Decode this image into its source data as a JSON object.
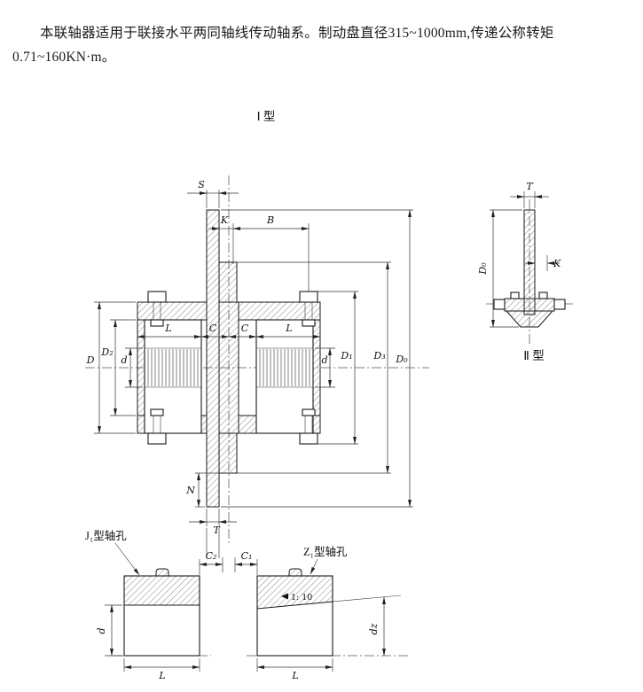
{
  "intro": "本联轴器适用于联接水平两同轴线传动轴系。制动盘直径315~1000mm,传递公称转矩0.71~160KN·m。",
  "captions": {
    "type1": "Ⅰ 型",
    "type2": "Ⅱ 型"
  },
  "dims": {
    "S": "S",
    "K": "K",
    "B": "B",
    "D": "D",
    "D2": "D₂",
    "d_left": "d",
    "L1": "L",
    "C1m": "C",
    "C2m": "C",
    "L2": "L",
    "d_right": "d",
    "D1": "D₁",
    "D3": "D₃",
    "D0": "D₀",
    "N": "N",
    "T": "T",
    "T2": "T",
    "D0_2": "D₀",
    "K2": "K",
    "C2b": "C₂",
    "C1b": "C₁",
    "d_b": "d",
    "L_bl": "L",
    "L_br": "L",
    "dz": "dz",
    "taper": "1: 10"
  },
  "labels": {
    "j1": "J₁型轴孔",
    "z1": "Z₁型轴孔"
  }
}
